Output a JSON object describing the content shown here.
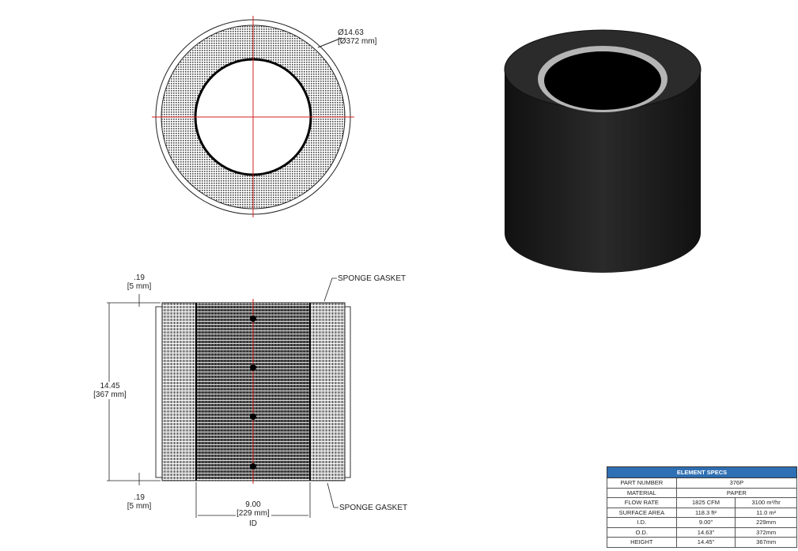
{
  "top_view": {
    "od_in": "Ø14.63",
    "od_mm": "[Ø372 mm]"
  },
  "side_view": {
    "top_gap_in": ".19",
    "top_gap_mm": "[5 mm]",
    "height_in": "14.45",
    "height_mm": "[367 mm]",
    "bottom_gap_in": ".19",
    "bottom_gap_mm": "[5 mm]",
    "id_in": "9.00",
    "id_mm": "[229 mm]",
    "id_label": "ID",
    "gasket_top": "SPONGE GASKET",
    "gasket_bottom": "SPONGE GASKET"
  },
  "specs": {
    "title": "ELEMENT SPECS",
    "rows": [
      {
        "label": "PART NUMBER",
        "value": "376P"
      },
      {
        "label": "MATERIAL",
        "value": "PAPER"
      },
      {
        "label": "FLOW RATE",
        "imperial": "1825 CFM",
        "metric": "3100 m³/hr"
      },
      {
        "label": "SURFACE AREA",
        "imperial": "118.3 ft²",
        "metric": "11.0 m²"
      },
      {
        "label": "I.D.",
        "imperial": "9.00\"",
        "metric": "229mm"
      },
      {
        "label": "O.D.",
        "imperial": "14.63\"",
        "metric": "372mm"
      },
      {
        "label": "HEIGHT",
        "imperial": "14.45\"",
        "metric": "367mm"
      }
    ]
  },
  "colors": {
    "header": "#2f6fb3",
    "centerline": "#d62020"
  }
}
